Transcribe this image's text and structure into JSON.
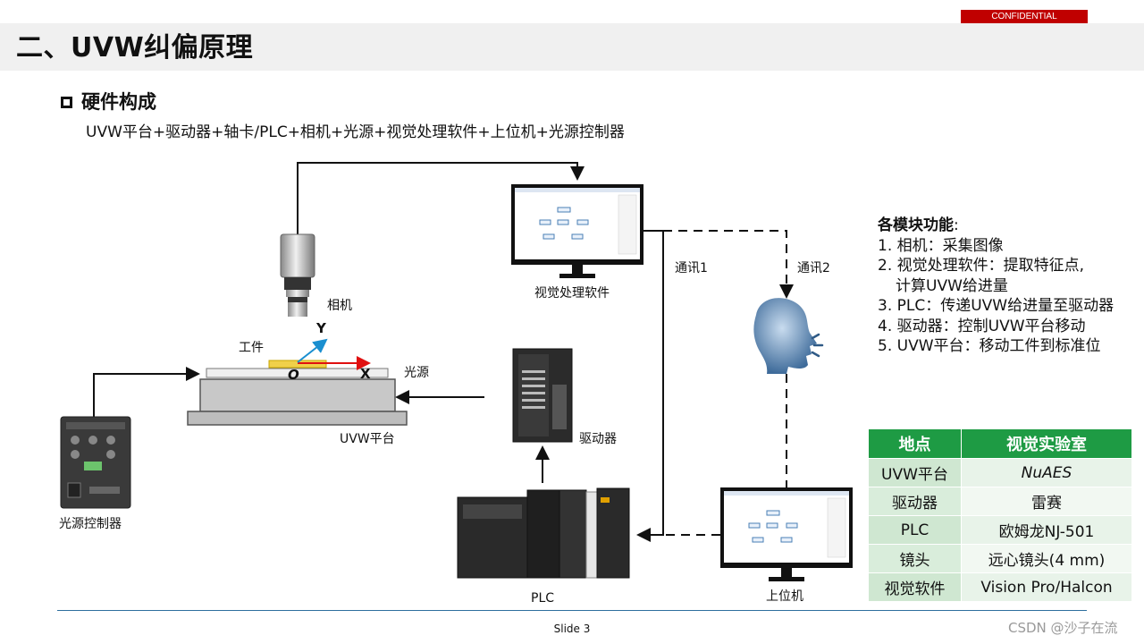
{
  "header": {
    "confidential": "CONFIDENTIAL",
    "title": "二、UVW纠偏原理"
  },
  "section": {
    "heading": "硬件构成",
    "components_line": "UVW平台+驱动器+轴卡/PLC+相机+光源+视觉处理软件+上位机+光源控制器"
  },
  "diagram": {
    "labels": {
      "camera": "相机",
      "workpiece": "工件",
      "light": "光源",
      "platform": "UVW平台",
      "light_controller": "光源控制器",
      "vision_software": "视觉处理软件",
      "driver": "驱动器",
      "plc": "PLC",
      "host": "上位机",
      "comm1": "通讯1",
      "comm2": "通讯2",
      "axis_y": "Y",
      "axis_x": "X",
      "origin": "O"
    }
  },
  "functions": {
    "heading": "各模块功能",
    "colon": ":",
    "items": [
      "1. 相机：采集图像",
      "2. 视觉处理软件：提取特征点,",
      "计算UVW给进量",
      "3. PLC：传递UVW给进量至驱动器",
      "4. 驱动器：控制UVW平台移动",
      "5. UVW平台：移动工件到标准位"
    ]
  },
  "location_table": {
    "headers": [
      "地点",
      "视觉实验室"
    ],
    "rows": [
      [
        "UVW平台",
        "NuAES"
      ],
      [
        "驱动器",
        "雷赛"
      ],
      [
        "PLC",
        "欧姆龙NJ-501"
      ],
      [
        "镜头",
        "远心镜头(4 mm)"
      ],
      [
        "视觉软件",
        "Vision Pro/Halcon"
      ]
    ],
    "colors": {
      "header_bg": "#1e9b44",
      "row_bg": "#cfe7d1"
    }
  },
  "footer": {
    "slide": "Slide 3",
    "watermark": "CSDN @沙子在流"
  }
}
